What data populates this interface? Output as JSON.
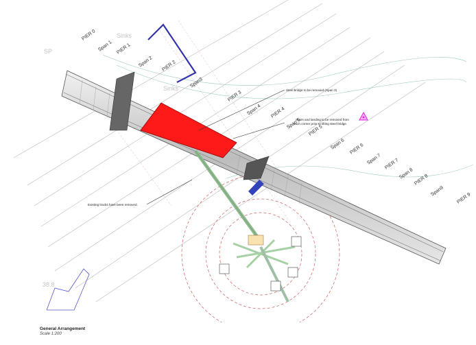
{
  "drawing": {
    "piers": [
      {
        "label": "PIER 0"
      },
      {
        "label": "PIER 1"
      },
      {
        "label": "PIER 2"
      },
      {
        "label": "PIER 3"
      },
      {
        "label": "PIER 4"
      },
      {
        "label": "PIER 5"
      },
      {
        "label": "PIER 6"
      },
      {
        "label": "PIER 7"
      },
      {
        "label": "PIER 8"
      },
      {
        "label": "PIER 9"
      }
    ],
    "spans": [
      {
        "label": "Span 1"
      },
      {
        "label": "Span 2"
      },
      {
        "label": "Span3"
      },
      {
        "label": "Span 4"
      },
      {
        "label": "Span 5"
      },
      {
        "label": "Span 6"
      },
      {
        "label": "Span 7"
      },
      {
        "label": "Span 8"
      },
      {
        "label": "Span9"
      }
    ],
    "annotations": {
      "steel_bridge": "Steel bridge to be removed (Span 3)",
      "stairs_line1": "Stairs and landing to be removed from",
      "stairs_line2": "each corner prior to lifting steel bridge.",
      "tracks": "Existing tracks have been removed."
    },
    "ghost_text": {
      "sinks1": "Sinks",
      "sinks2": "Sinks",
      "sp": "SP",
      "level": "38.8"
    },
    "colors": {
      "span3": "#ff1a1a",
      "crane": "#6a9a6a",
      "crane_radius": "#d05a5a",
      "warning": "#e020e0",
      "boundary": "#3333aa"
    }
  },
  "caption": {
    "title": "General Arrangement",
    "scale": "Scale 1:200"
  }
}
